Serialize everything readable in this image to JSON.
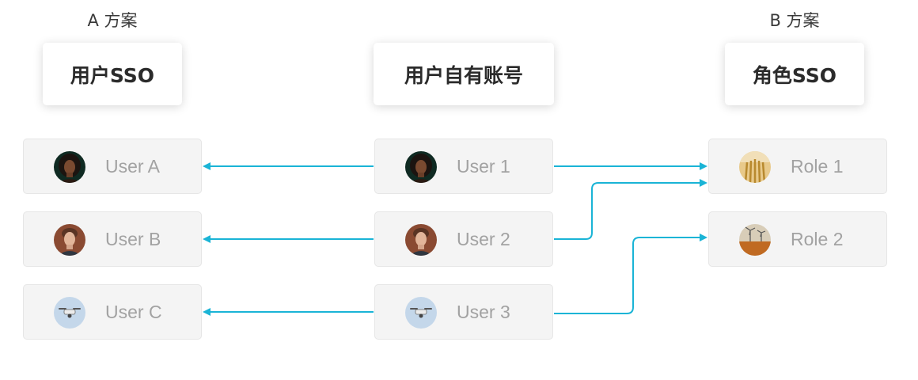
{
  "schemes": {
    "a_label": "A 方案",
    "b_label": "B 方案"
  },
  "columns": {
    "left_title": "用户SSO",
    "middle_title": "用户自有账号",
    "right_title": "角色SSO"
  },
  "left_users": [
    {
      "label": "User A",
      "avatar": "woman-portrait"
    },
    {
      "label": "User B",
      "avatar": "man-portrait"
    },
    {
      "label": "User C",
      "avatar": "drone"
    }
  ],
  "own_accounts": [
    {
      "label": "User 1",
      "avatar": "woman-portrait"
    },
    {
      "label": "User 2",
      "avatar": "man-portrait"
    },
    {
      "label": "User 3",
      "avatar": "drone"
    }
  ],
  "roles": [
    {
      "label": "Role 1",
      "avatar": "wheat-field"
    },
    {
      "label": "Role 2",
      "avatar": "wind-turbines"
    }
  ],
  "connections": [
    {
      "from": "User 1",
      "to": "User A"
    },
    {
      "from": "User 2",
      "to": "User B"
    },
    {
      "from": "User 3",
      "to": "User C"
    },
    {
      "from": "User 1",
      "to": "Role 1"
    },
    {
      "from": "User 2",
      "to": "Role 1"
    },
    {
      "from": "User 3",
      "to": "Role 2"
    }
  ],
  "colors": {
    "connector": "#1ab4d6",
    "card_bg": "#f4f4f4",
    "label_text": "#a2a2a2",
    "title_text": "#2b2b2b"
  }
}
